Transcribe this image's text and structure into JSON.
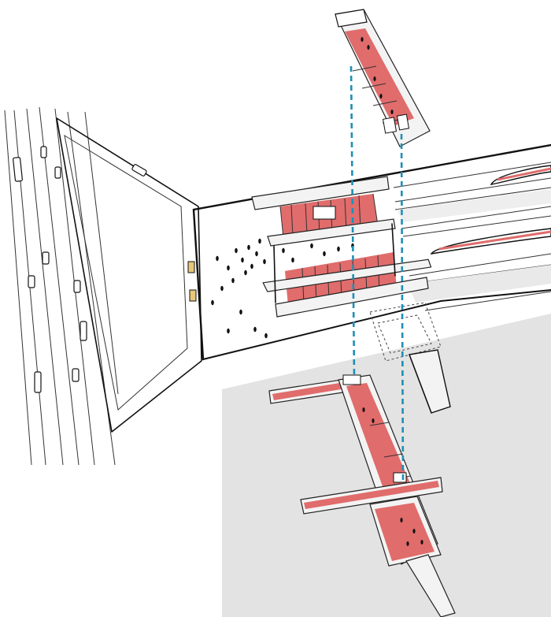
{
  "diagram": {
    "type": "exploded-axonometric-sketch",
    "colors": {
      "ink": "#111111",
      "program_fill": "#e06c6c",
      "ground_tone": "#e3e3e3",
      "alignment_dash": "#1f8fb5",
      "highlight_block": "#e8c77a",
      "paper": "#ffffff"
    },
    "layers": [
      "upper-floating-volume",
      "street-level-plaza-and-station",
      "underground-concourse"
    ],
    "icons": [
      "car-icon",
      "person-icon",
      "train-icon"
    ]
  }
}
